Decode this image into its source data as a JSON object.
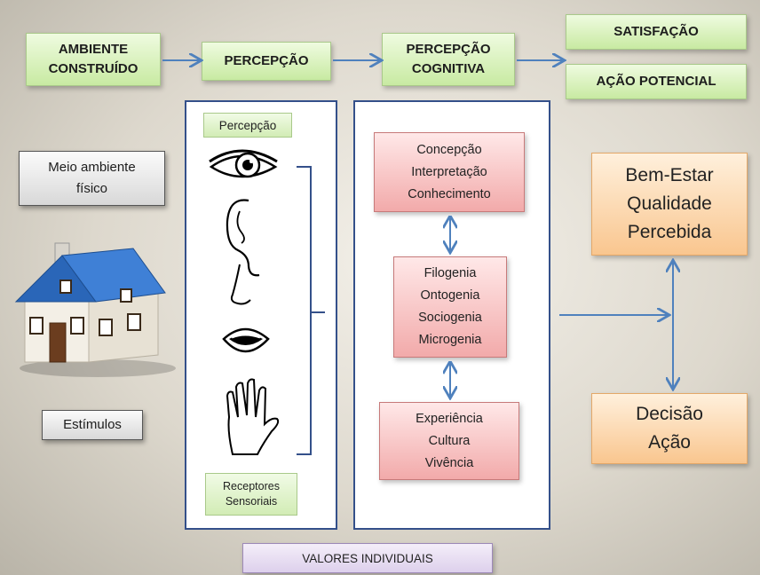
{
  "top_flow": {
    "ambiente": [
      "AMBIENTE",
      "CONSTRUÍDO"
    ],
    "percepcao": "PERCEPÇÃO",
    "percepcao_cognitiva": [
      "PERCEPÇÃO",
      "COGNITIVA"
    ],
    "satisfacao": "SATISFAÇÃO",
    "acao_potencial": "AÇÃO POTENCIAL"
  },
  "left": {
    "meio_ambiente": [
      "Meio ambiente",
      "físico"
    ],
    "estimulos": "Estímulos"
  },
  "senses_panel": {
    "header": "Percepção",
    "footer": [
      "Receptores",
      "Sensoriais"
    ],
    "icons": [
      "eye-icon",
      "ear-icon",
      "nose-icon",
      "mouth-icon",
      "hand-icon"
    ]
  },
  "cognitive_panel": {
    "box1": [
      "Concepção",
      "Interpretação",
      "Conhecimento"
    ],
    "box2": [
      "Filogenia",
      "Ontogenia",
      "Sociogenia",
      "Microgenia"
    ],
    "box3": [
      "Experiência",
      "Cultura",
      "Vivência"
    ]
  },
  "right": {
    "bem_estar": [
      "Bem-Estar",
      "Qualidade",
      "Percebida"
    ],
    "decisao": [
      "Decisão",
      "Ação"
    ]
  },
  "valores": "VALORES INDIVIDUAIS",
  "colors": {
    "arrow": "#4f81bd",
    "panel_border": "#34508a"
  }
}
